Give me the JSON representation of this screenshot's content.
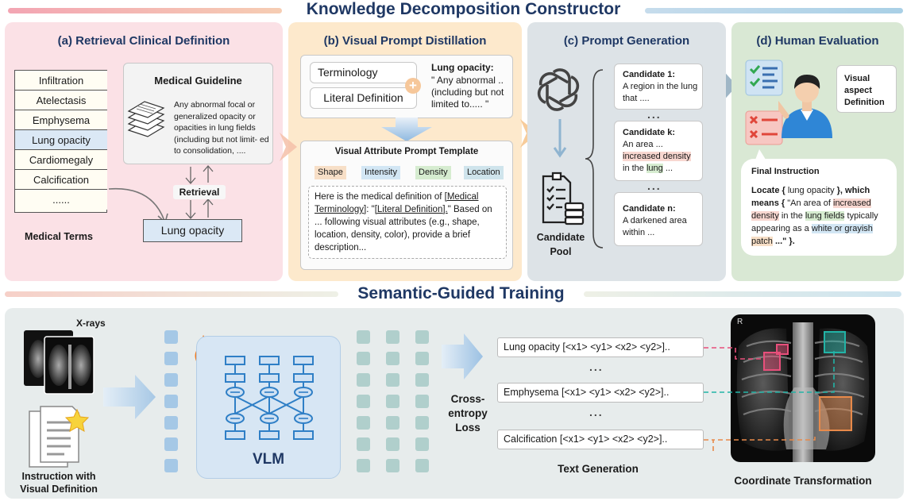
{
  "titles": {
    "top": "Knowledge Decomposition Constructor",
    "bottom": "Semantic-Guided Training"
  },
  "panel_a": {
    "header": "(a) Retrieval Clinical Definition",
    "terms": [
      "Infiltration",
      "Atelectasis",
      "Emphysema",
      "Lung opacity",
      "Cardiomegaly",
      "Calcification",
      "......"
    ],
    "terms_caption": "Medical Terms",
    "guideline_title": "Medical Guideline",
    "guideline_text": "Any abnormal focal or generalized opacity or opacities in lung fields (including but not limit- ed to consolidation, ....",
    "retrieval_label": "Retrieval",
    "result_term": "Lung opacity"
  },
  "panel_b": {
    "header": "(b) Visual Prompt Distillation",
    "terminology": "Terminology",
    "literal_definition": "Literal Definition",
    "def_title": "Lung opacity:",
    "def_text": "\" Any abnormal .. (including but not limited to..... \"",
    "template_title": "Visual Attribute Prompt Template",
    "attributes": [
      "Shape",
      "Intensity",
      "Density",
      "Location"
    ],
    "template_p1": "Here is the medical definition of ",
    "template_u1": "[Medical Terminology]",
    "template_p2": ": \"",
    "template_u2": "[Literal Definition].",
    "template_p3": "\" Based on ... following visual attributes (e.g., shape, location, density, color), provide a brief description..."
  },
  "panel_c": {
    "header": "(c) Prompt Generation",
    "pool_label": "Candidate Pool",
    "cand1_title": "Candidate 1:",
    "cand1_text": "A region in the lung that ....",
    "dots": "...",
    "candk_title": "Candidate k:",
    "candk_t1": "An area ...",
    "candk_t2": "increased density",
    "candk_t3": "in the",
    "candk_t4": "lung",
    "candk_t5": "...",
    "candn_title": "Candidate n:",
    "candn_text": "A darkened area within ..."
  },
  "panel_d": {
    "header": "(d) Human Evaluation",
    "visual_def": "Visual aspect Definition",
    "final_title": "Final Instruction",
    "f1": "Locate {",
    "f2": "lung opacity",
    "f3": "}, which means {",
    "f4": "\"An area of",
    "f5": "increased density",
    "f6": "in the",
    "f7": "lung fields",
    "f8": "typically appearing as a",
    "f9": "white or grayish",
    "f10": "patch",
    "f11": "...\" }."
  },
  "bottom": {
    "xrays_label": "X-rays",
    "instruction_label": "Instruction with Visual Definition",
    "vlm_label": "VLM",
    "loss_label": "Cross-entropy Loss",
    "outputs": [
      "Lung opacity [<x1> <y1> <x2> <y2>]..",
      "Emphysema [<x1> <y1> <x2> <y2>]..",
      "Calcification [<x1> <y1> <x2> <y2>].."
    ],
    "dots": "...",
    "text_gen_label": "Text Generation",
    "coord_label": "Coordinate Transformation",
    "xray_marker": "R"
  },
  "colors": {
    "title": "#1f3864",
    "panel_a": "#fbe1e6",
    "panel_b": "#fde9cc",
    "panel_c": "#dde3e7",
    "panel_d": "#d9e8d4",
    "bottom_panel": "#e7ecec",
    "token_blue": "#a5c8e6",
    "token_teal": "#b0cfcc",
    "box_red": "#e84f7b",
    "box_teal": "#22b3a6",
    "box_orange": "#e88a4a"
  }
}
